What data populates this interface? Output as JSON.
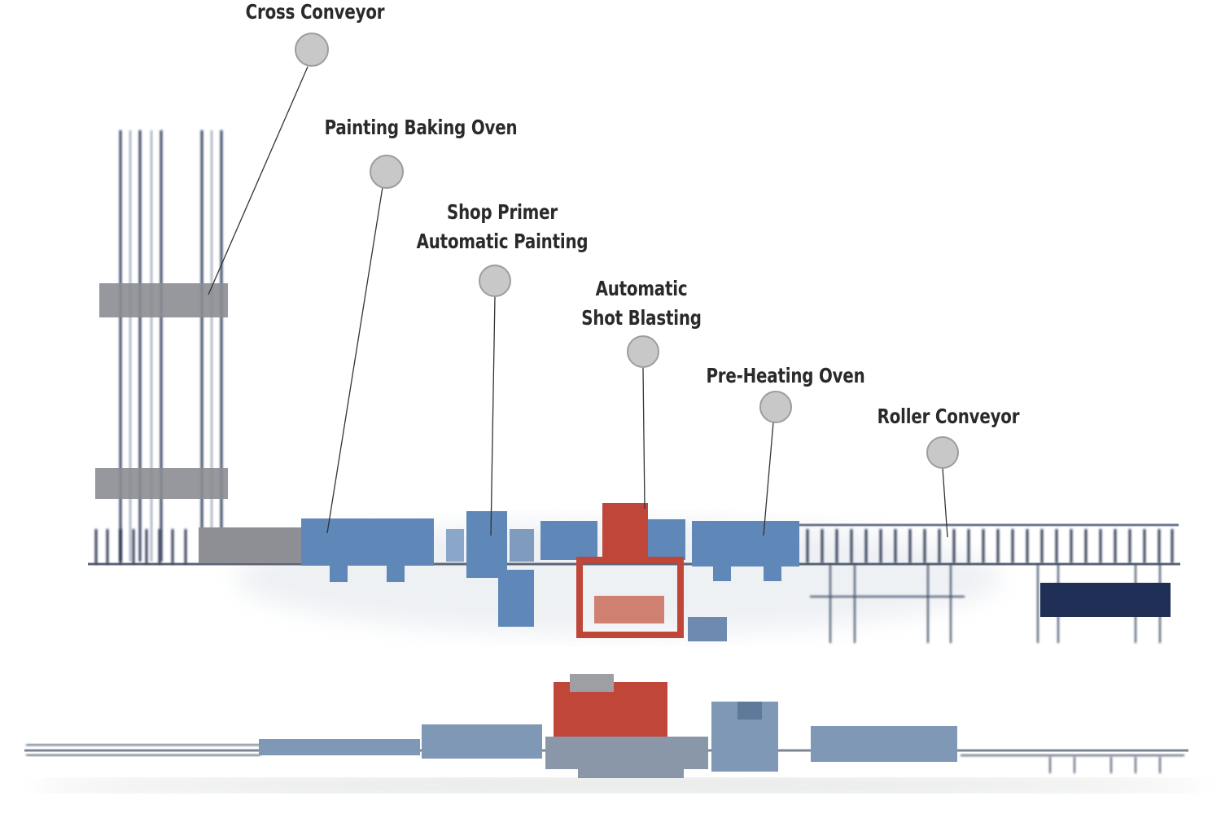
{
  "diagram": {
    "callouts": [
      {
        "id": "cross-conveyor",
        "lines": [
          "Cross Conveyor"
        ]
      },
      {
        "id": "painting-baking-oven",
        "lines": [
          "Painting Baking Oven"
        ]
      },
      {
        "id": "shop-primer-automatic-painting",
        "lines": [
          "Shop Primer",
          "Automatic Painting"
        ]
      },
      {
        "id": "automatic-shot-blasting",
        "lines": [
          "Automatic",
          "Shot Blasting"
        ]
      },
      {
        "id": "pre-heating-oven",
        "lines": [
          "Pre-Heating Oven"
        ]
      },
      {
        "id": "roller-conveyor",
        "lines": [
          "Roller Conveyor"
        ]
      }
    ],
    "colors": {
      "oven_blue": "#5f87b8",
      "shot_blast_red": "#c0463a",
      "conveyor_dark": "#3a4a63",
      "marker_gray": "#c8c8c8",
      "label_text": "#2a2a2a"
    }
  }
}
